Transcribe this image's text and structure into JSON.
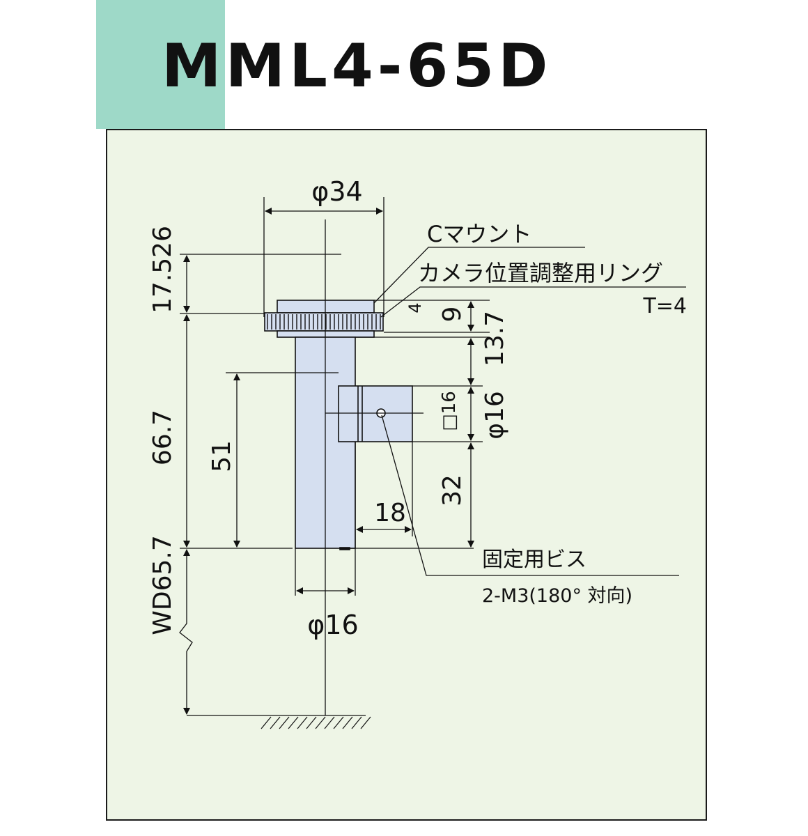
{
  "title": "MML4-65D",
  "colors": {
    "accent": "#9ed9c8",
    "panel": "#eef5e6",
    "lens_body": "#d5dff0",
    "line": "#111111"
  },
  "dimensions": {
    "top_diameter": "φ34",
    "c_mount_length": "17.526",
    "knurl_ring_offset": "9",
    "body_length": "66.7",
    "upper_section": "13.7",
    "lower_length": "51",
    "port_size": "□16",
    "port_diameter": "φ16",
    "port_height": "32",
    "port_depth": "18",
    "working_distance": "WD65.7",
    "tip_diameter": "φ16",
    "ring_thickness_mark": "4"
  },
  "callouts": {
    "c_mount": "Cマウント",
    "adjust_ring": "カメラ位置調整用リング",
    "ring_thickness": "T=4",
    "fixing_screw": "固定用ビス",
    "screw_spec": "2-M3(180°  対向)"
  }
}
